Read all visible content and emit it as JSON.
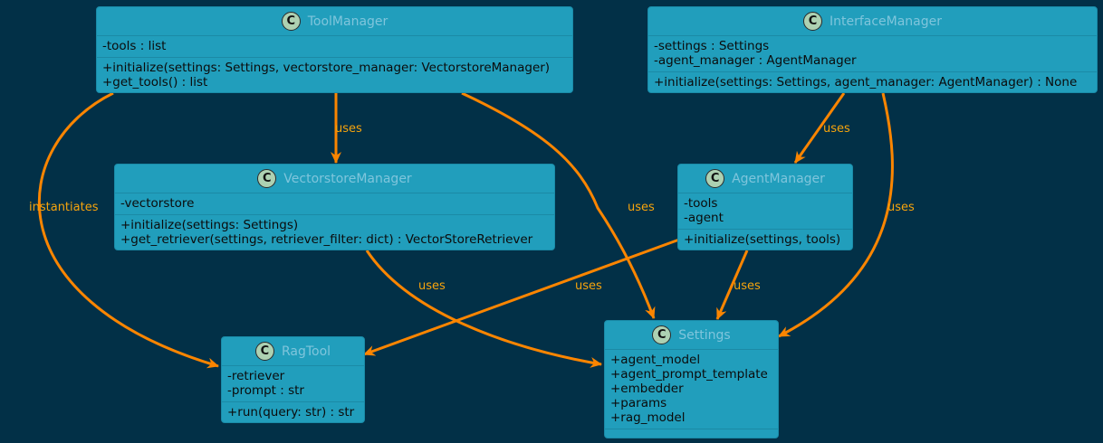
{
  "classes": {
    "tool_manager": {
      "name": "ToolManager",
      "badge": "C",
      "attributes": [
        "-tools : list"
      ],
      "methods": [
        "+initialize(settings: Settings, vectorstore_manager: VectorstoreManager)",
        "+get_tools() : list"
      ]
    },
    "interface_manager": {
      "name": "InterfaceManager",
      "badge": "C",
      "attributes": [
        "-settings : Settings",
        "-agent_manager : AgentManager"
      ],
      "methods": [
        "+initialize(settings: Settings, agent_manager: AgentManager) : None"
      ]
    },
    "vectorstore_manager": {
      "name": "VectorstoreManager",
      "badge": "C",
      "attributes": [
        "-vectorstore"
      ],
      "methods": [
        "+initialize(settings: Settings)",
        "+get_retriever(settings, retriever_filter: dict) : VectorStoreRetriever"
      ]
    },
    "agent_manager": {
      "name": "AgentManager",
      "badge": "C",
      "attributes": [
        "-tools",
        "-agent"
      ],
      "methods": [
        "+initialize(settings, tools)"
      ]
    },
    "rag_tool": {
      "name": "RagTool",
      "badge": "C",
      "attributes": [
        "-retriever",
        "-prompt : str"
      ],
      "methods": [
        "+run(query: str) : str"
      ]
    },
    "settings": {
      "name": "Settings",
      "badge": "C",
      "attributes": [
        "+agent_model",
        "+agent_prompt_template",
        "+embedder",
        "+params",
        "+rag_model"
      ],
      "methods": []
    }
  },
  "edges": {
    "tm_vm": "uses",
    "tm_rag": "instantiates",
    "tm_settings": "uses",
    "im_am": "uses",
    "im_settings": "uses",
    "vm_settings": "uses",
    "am_rag": "uses",
    "am_settings": "uses"
  },
  "colors": {
    "background": "#023047",
    "class_fill": "#219EBC",
    "arrow": "#FB8500",
    "badge": "#ADD1B2"
  }
}
